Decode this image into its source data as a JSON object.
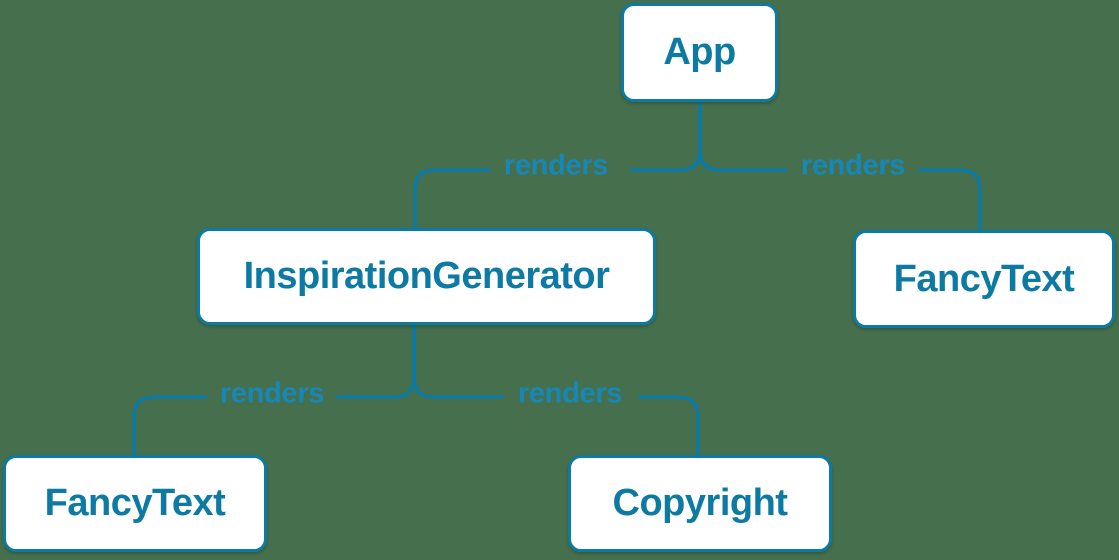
{
  "diagram": {
    "type": "component-render-tree",
    "colors": {
      "background": "#46704d",
      "node_fill": "#ffffff",
      "node_border": "#0d7aa3",
      "node_text": "#0d7aa3",
      "edge": "#0d7aa3",
      "edge_label": "#1787b8"
    },
    "nodes": [
      {
        "id": "app",
        "label": "App"
      },
      {
        "id": "inspiration-generator",
        "label": "InspirationGenerator"
      },
      {
        "id": "fancy-text-top",
        "label": "FancyText"
      },
      {
        "id": "fancy-text-bottom",
        "label": "FancyText"
      },
      {
        "id": "copyright",
        "label": "Copyright"
      }
    ],
    "edges": [
      {
        "from": "App",
        "to": "InspirationGenerator",
        "label": "renders"
      },
      {
        "from": "App",
        "to": "FancyText",
        "label": "renders"
      },
      {
        "from": "InspirationGenerator",
        "to": "FancyText",
        "label": "renders"
      },
      {
        "from": "InspirationGenerator",
        "to": "Copyright",
        "label": "renders"
      }
    ]
  }
}
